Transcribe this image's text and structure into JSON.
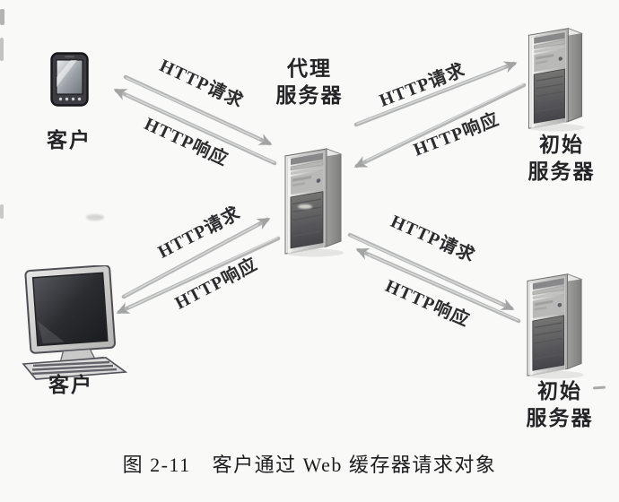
{
  "caption": {
    "figure_number": "图 2-11",
    "title": "客户通过 Web 缓存器请求对象"
  },
  "nodes": {
    "client_top": {
      "label": "客户"
    },
    "client_bottom": {
      "label": "客户"
    },
    "proxy_server": {
      "label_line1": "代理",
      "label_line2": "服务器"
    },
    "origin_server_top": {
      "label_line1": "初始",
      "label_line2": "服务器"
    },
    "origin_server_bottom": {
      "label_line1": "初始",
      "label_line2": "服务器"
    }
  },
  "links": [
    {
      "from": "client_top",
      "to": "proxy_server",
      "label": "HTTP请求"
    },
    {
      "from": "proxy_server",
      "to": "client_top",
      "label": "HTTP响应"
    },
    {
      "from": "client_bottom",
      "to": "proxy_server",
      "label": "HTTP请求"
    },
    {
      "from": "proxy_server",
      "to": "client_bottom",
      "label": "HTTP响应"
    },
    {
      "from": "proxy_server",
      "to": "origin_server_top",
      "label": "HTTP请求"
    },
    {
      "from": "origin_server_top",
      "to": "proxy_server",
      "label": "HTTP响应"
    },
    {
      "from": "proxy_server",
      "to": "origin_server_bottom",
      "label": "HTTP请求"
    },
    {
      "from": "origin_server_bottom",
      "to": "proxy_server",
      "label": "HTTP响应"
    }
  ],
  "icons": {
    "client_top": "smartphone-icon",
    "client_bottom": "desktop-computer-icon",
    "proxy_server": "server-tower-icon",
    "origin_server_top": "server-tower-icon",
    "origin_server_bottom": "server-tower-icon"
  },
  "colors": {
    "background": "#f9f9f8",
    "arrow_shaft": "#b3b5b5",
    "arrow_sheen": "#d6d8d8",
    "arrow_head": "#a2a4a4",
    "diagram_text": "#2c2c2e",
    "caption_text": "#1d1d1f"
  }
}
